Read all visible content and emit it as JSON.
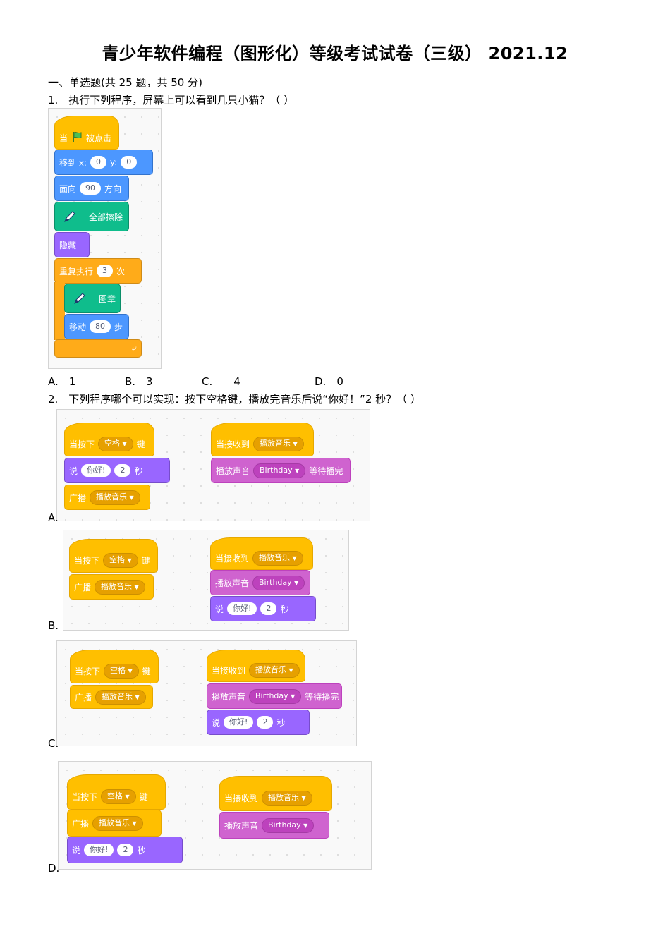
{
  "title": "青少年软件编程（图形化）等级考试试卷（三级） 2021.12",
  "section": "一、单选题(共 25 题，共 50 分)",
  "q1": {
    "stem": "1.　执行下列程序，屏幕上可以看到几只小猫？（ ）",
    "blocks": {
      "when": "当",
      "clicked": "被点击",
      "goto": "移到 x:",
      "x": "0",
      "y_label": "y:",
      "y": "0",
      "point": "面向",
      "dir": "90",
      "dir_label": "方向",
      "erase": "全部擦除",
      "hide": "隐藏",
      "repeat": "重复执行",
      "times": "3",
      "times_label": "次",
      "stamp": "图章",
      "move": "移动",
      "steps": "80",
      "steps_label": "步"
    },
    "options": [
      "A.　1",
      "B.　3",
      "C.　　4",
      "D.　0"
    ]
  },
  "q2": {
    "stem": "2.　下列程序哪个可以实现：按下空格键，播放完音乐后说“你好！”2 秒？（ ）",
    "blocks": {
      "when_key": "当按下",
      "key": "空格",
      "key_suffix": "键",
      "say": "说",
      "hello": "你好!",
      "secs": "2",
      "secs_label": "秒",
      "broadcast": "广播",
      "msg": "播放音乐",
      "when_receive": "当接收到",
      "play": "播放声音",
      "sound": "Birthday",
      "until_done": "等待播完"
    },
    "labels": [
      "A.",
      "B.",
      "C.",
      "D."
    ]
  },
  "colors": {
    "events": "#ffbf00",
    "motion": "#4c97ff",
    "pen": "#0fbd8c",
    "looks": "#9966ff",
    "sound": "#cf63cf",
    "control": "#ffab19"
  }
}
